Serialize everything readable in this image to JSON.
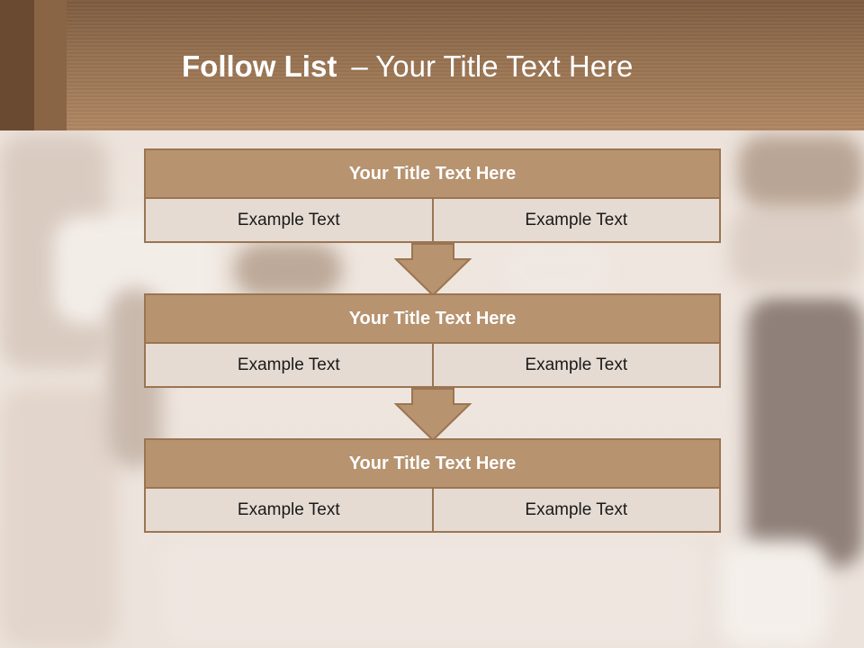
{
  "title": {
    "bold": "Follow List",
    "rest": "– Your Title Text Here"
  },
  "blocks": [
    {
      "title": "Your Title Text Here",
      "left": "Example Text",
      "right": "Example Text"
    },
    {
      "title": "Your Title Text Here",
      "left": "Example Text",
      "right": "Example Text"
    },
    {
      "title": "Your Title Text Here",
      "left": "Example Text",
      "right": "Example Text"
    }
  ],
  "colors": {
    "header": "#94704f",
    "block_head": "#b7936f",
    "cell": "#e5dbd3",
    "border": "#9b7552"
  }
}
